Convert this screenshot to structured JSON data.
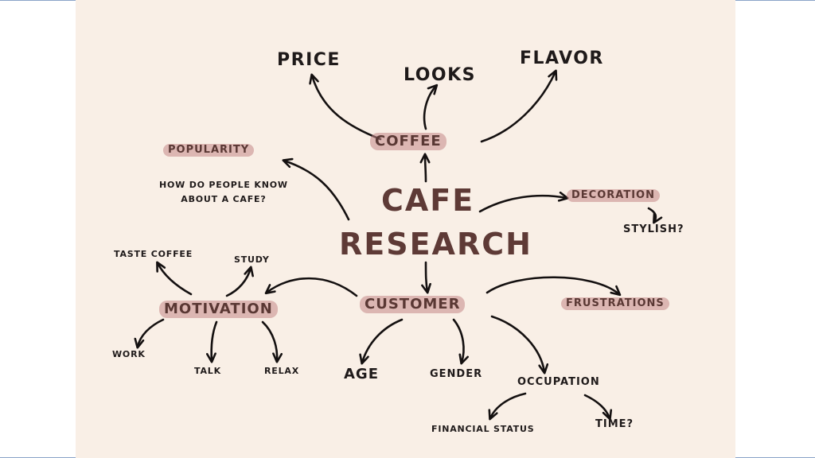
{
  "center": {
    "line1": "CAFE",
    "line2": "RESEARCH"
  },
  "branches": {
    "coffee": {
      "label": "COFFEE",
      "children": [
        "PRICE",
        "LOOKS",
        "FLAVOR"
      ]
    },
    "popularity": {
      "label": "POPULARITY",
      "note": "HOW DO PEOPLE KNOW\nABOUT A CAFE?"
    },
    "decoration": {
      "label": "DECORATION",
      "children": [
        "STYLISH?"
      ]
    },
    "customer": {
      "label": "CUSTOMER",
      "children": [
        "AGE",
        "GENDER",
        "OCCUPATION"
      ],
      "occupation_children": [
        "FINANCIAL STATUS",
        "TIME?"
      ]
    },
    "motivation": {
      "label": "MOTIVATION",
      "children": [
        "TASTE COFFEE",
        "STUDY",
        "WORK",
        "TALK",
        "RELAX"
      ]
    },
    "frustrations": {
      "label": "FRUSTRATIONS"
    }
  },
  "colors": {
    "background": "#f9efe6",
    "highlight": "#c48686",
    "title": "#5e3a36",
    "ink": "#141010"
  }
}
